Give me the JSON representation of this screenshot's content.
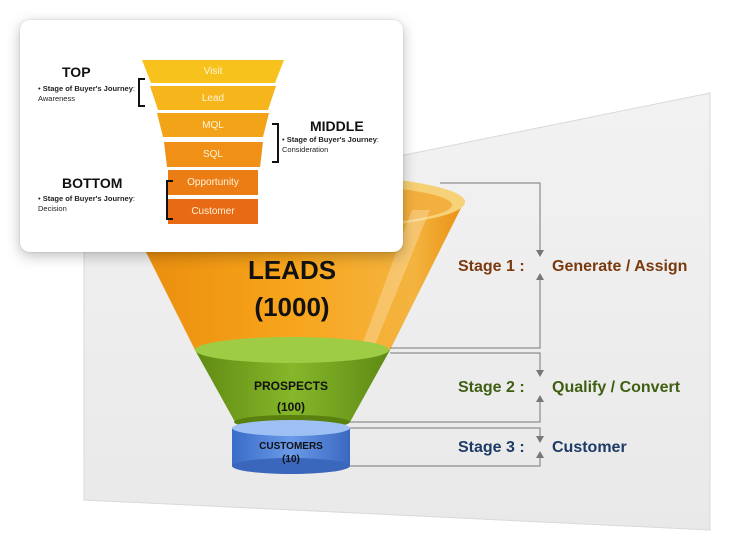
{
  "back_diagram": {
    "leads": {
      "title": "LEADS",
      "count": "(1000)"
    },
    "prospects": {
      "title": "PROSPECTS",
      "count": "(100)"
    },
    "customers": {
      "title": "CUSTOMERS",
      "count": "(10)"
    },
    "stages": [
      {
        "label": "Stage 1 :",
        "action": "Generate / Assign",
        "color": "#7a3a10"
      },
      {
        "label": "Stage 2 :",
        "action": "Qualify / Convert",
        "color": "#3f5f13"
      },
      {
        "label": "Stage 3 :",
        "action": "Customer",
        "color": "#1e3a66"
      }
    ]
  },
  "front_card": {
    "funnel_layers": [
      {
        "label": "Visit",
        "color": "#f7c21c"
      },
      {
        "label": "Lead",
        "color": "#f6b51a"
      },
      {
        "label": "MQL",
        "color": "#f3a318"
      },
      {
        "label": "SQL",
        "color": "#f09016"
      },
      {
        "label": "Opportunity",
        "color": "#ec7d15"
      },
      {
        "label": "Customer",
        "color": "#e86a14"
      }
    ],
    "sections": [
      {
        "title": "TOP",
        "desc_bold": "Stage of Buyer's Journey",
        "desc_rest": ": Awareness"
      },
      {
        "title": "MIDDLE",
        "desc_bold": "Stage of Buyer's Journey",
        "desc_rest": ": Consideration"
      },
      {
        "title": "BOTTOM",
        "desc_bold": "Stage of Buyer's Journey",
        "desc_rest": ": Decision"
      }
    ]
  }
}
